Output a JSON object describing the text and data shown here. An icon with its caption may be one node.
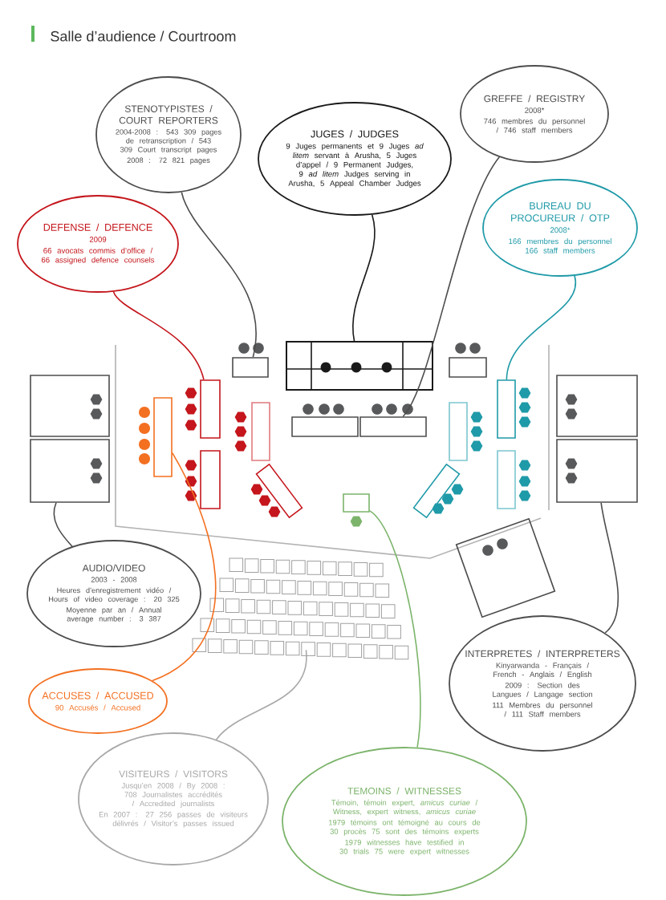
{
  "diagram": {
    "title": "Salle d’audience / Courtroom",
    "nodes": [
      {
        "text": [
          "STENOTYPISTES / COURT REPORTERS",
          "2004-2008 : 543 309 pages de retranscription / 543 309 Court transcript pages",
          "2008 : 72 821 pages"
        ]
      },
      {
        "text": [
          "JUGES / JUDGES",
          "9 Juges permanents et 9 Juges *ad litem* servant à Arusha, 5 Juges d’appel / 9 Permanent Judges, 9 *ad litem* Judges serving in Arusha, 5 Appeal Chamber Judges"
        ]
      },
      {
        "text": [
          "GREFFE / REGISTRY",
          "2008*",
          "746 membres du personnel / 746 staff members"
        ]
      },
      {
        "text": [
          "DEFENSE / DEFENCE",
          "2009",
          "66 avocats commis d’office / 66 assigned defence counsels"
        ]
      },
      {
        "text": [
          "BUREAU DU PROCUREUR / OTP",
          "2008*",
          "166 membres du personnel 166 staff members"
        ]
      },
      {
        "text": [],
        "shape": "box"
      },
      {
        "text": [],
        "shape": "box"
      },
      {
        "text": [],
        "shape": "box"
      },
      {
        "text": [],
        "shape": "box"
      },
      {
        "text": [],
        "shape": "box"
      },
      {
        "text": [],
        "shape": "box"
      },
      {
        "text": [],
        "shape": "box"
      },
      {
        "text": [],
        "shape": "box"
      },
      {
        "text": [],
        "shape": "box"
      },
      {
        "text": [
          "AUDIO/VIDEO",
          "2003 - 2008",
          "Heures d’enregistrement vidéo / Hours of video coverage : 20 325",
          "Moyenne par an / Annual average number : 3 387"
        ]
      },
      {
        "text": [
          "ACCUSES / ACCUSED",
          "90 Accusés / Accused"
        ]
      },
      {
        "text": [],
        "shape": "box"
      },
      {
        "text": [
          "INTERPRETES / INTERPRETERS",
          "Kinyarwanda - Français / French - Anglais / English",
          "2009 : Section des Langues / Langage section",
          "111 Membres du personnel / 111 Staff members"
        ]
      },
      {
        "text": [
          "VISITEURS / VISITORS",
          "Jusqu’en 2008 / By 2008 : 708 Journalistes accrédités / Accredited journalists",
          "En 2007 : 27 256 passes de visiteurs délivrés / Visitor’s passes issued"
        ]
      },
      {
        "text": [],
        "shape": "box"
      },
      {
        "text": [],
        "shape": "box"
      },
      {
        "text": [],
        "shape": "box"
      },
      {
        "text": [],
        "shape": "box"
      },
      {
        "text": [],
        "shape": "box"
      },
      {
        "text": [],
        "shape": "box"
      },
      {
        "text": [],
        "shape": "box"
      },
      {
        "text": [],
        "shape": "box"
      },
      {
        "text": [],
        "shape": "box"
      },
      {
        "text": [],
        "shape": "box"
      },
      {
        "text": [],
        "shape": "box"
      },
      {
        "text": [
          "TEMOINS / WITNESSES",
          "Témoin, témoin expert, *amicus curiae* / Witness, expert witness, *amicus curiae*",
          "1979 témoins ont témoigné au cours de 30 procès 75 sont des témoins experts",
          "1979 witnesses have testified in 30 trials 75 were expert witnesses"
        ]
      }
    ],
    "edges": [
      {
        "from": 3,
        "to": 8,
        "arrow": "none",
        "color": "#c4161c"
      },
      {
        "from": 0,
        "to": 5,
        "arrow": "none"
      },
      {
        "from": 1,
        "to": 6,
        "arrow": "none",
        "color": "#1a1a1a"
      },
      {
        "from": 2,
        "to": 7,
        "arrow": "none"
      },
      {
        "from": 4,
        "to": 9,
        "arrow": "none",
        "color": "#1f9aa8"
      },
      {
        "from": 14,
        "to": 10,
        "arrow": "none"
      },
      {
        "from": 15,
        "to": 11,
        "arrow": "none",
        "color": "#f37021"
      },
      {
        "from": 18,
        "to": 16,
        "arrow": "none",
        "color": "#a8a8a8"
      },
      {
        "from": 30,
        "to": 12,
        "arrow": "none",
        "color": "#7cb46b"
      },
      {
        "from": 17,
        "to": 13,
        "arrow": "none"
      }
    ]
  }
}
